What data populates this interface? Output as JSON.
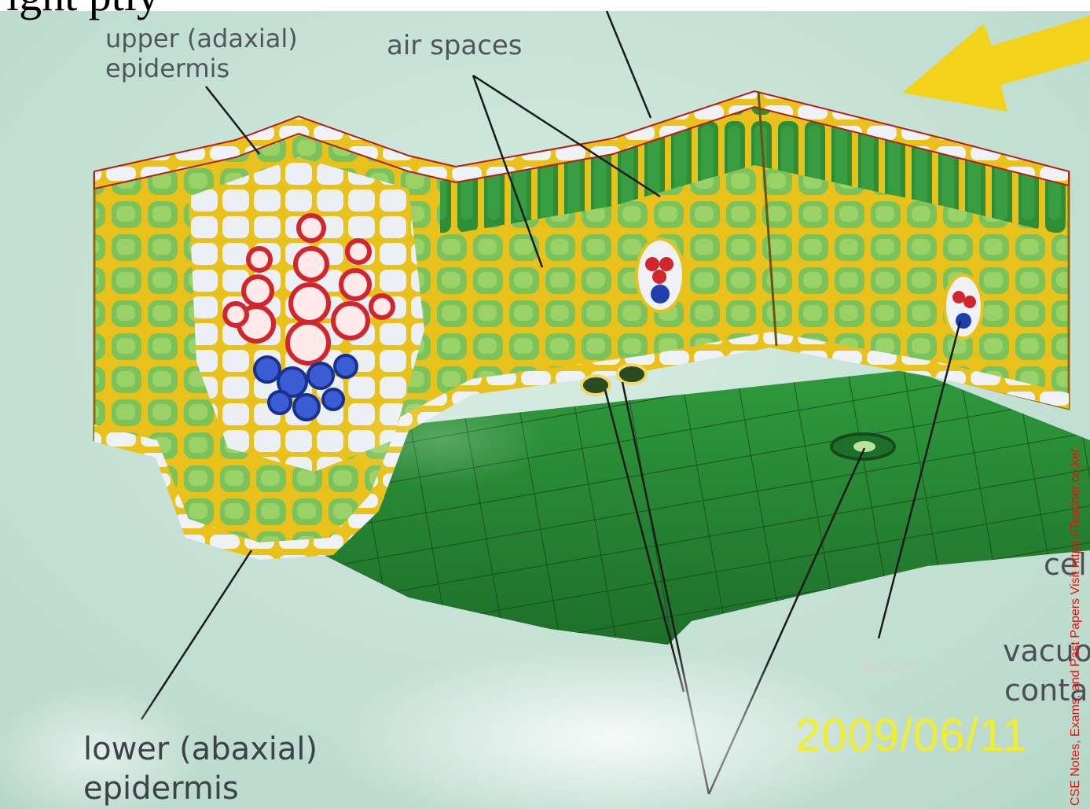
{
  "header_fragment": "ight ptly",
  "labels": {
    "upper_epidermis": "upper (adaxial)\nepidermis",
    "air_spaces": "air spaces",
    "lower_epidermis": "lower (abaxial)\nepidermis",
    "vein": "vein",
    "right_cut_1": "cel",
    "right_cut_2": "vacuo",
    "right_cut_3": "conta"
  },
  "date_stamp": "2009/06/11",
  "watermark": "CSE Notes, Exams, and Past Papers Visit https://Teacher.co.ke/",
  "colors": {
    "background": "#cfe6dc",
    "leaf_green": "#2f8f3a",
    "cell_wall": "#e8c21a",
    "xylem": "#d0262c",
    "phloem": "#1f3fae",
    "arrow": "#f2d21a"
  }
}
